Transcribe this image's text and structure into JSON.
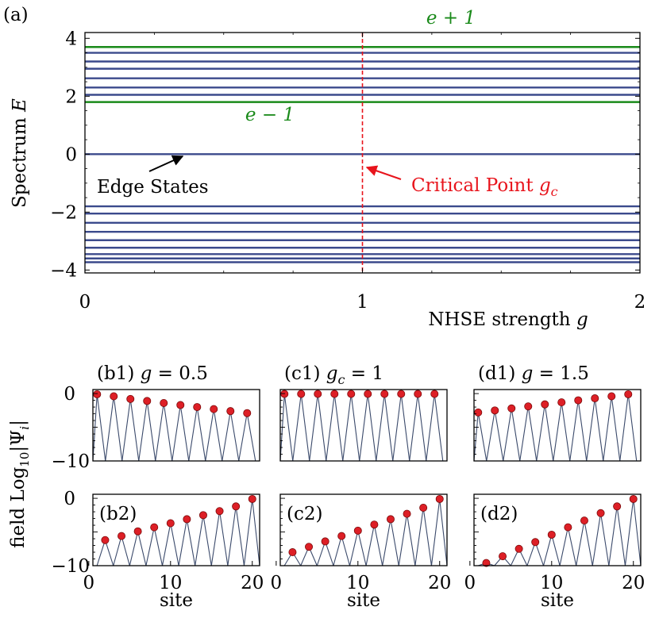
{
  "chart_data": [
    {
      "panel": "a",
      "type": "line",
      "panel_label": "(a)",
      "ylabel": "Spectrum",
      "ylabel_symbol": "E",
      "xlabel": "NHSE strength",
      "xlabel_symbol": "g",
      "xlim": [
        0,
        2
      ],
      "ylim": [
        -4.1,
        4.2
      ],
      "xticks": [
        "0",
        "1",
        "2"
      ],
      "xtick_values": [
        0,
        1,
        2
      ],
      "yticks": [
        "4",
        "2",
        "0",
        "−2",
        "−4"
      ],
      "ytick_values": [
        4,
        2,
        0,
        -2,
        -4
      ],
      "energy_levels": [
        3.5,
        3.2,
        2.95,
        2.62,
        2.3,
        2.05,
        0.0,
        -1.8,
        -2.05,
        -2.37,
        -2.68,
        -2.97,
        -3.23,
        -3.45,
        -3.6,
        -3.73
      ],
      "band_edges": [
        {
          "label": "e + 1",
          "value": 3.7
        },
        {
          "label": "e − 1",
          "value": 1.8
        }
      ],
      "critical_x": 1.0,
      "annotations": {
        "edge_states": "Edge States",
        "critical_point": "Critical Point",
        "critical_symbol": "g",
        "critical_sub": "c"
      },
      "colors": {
        "levels": "#3b4a8c",
        "band_edges": "#1a8a1a",
        "critical": "#e8141c",
        "arrow": "#000000"
      }
    },
    {
      "type": "bar",
      "title": "(b1)  g = 0.5",
      "title_tag": "(b1)",
      "title_symbol": "g",
      "title_sub": "",
      "title_value": "= 0.5",
      "x": [
        1,
        3,
        5,
        7,
        9,
        11,
        13,
        15,
        17,
        19
      ],
      "values": [
        -0.1,
        -0.4,
        -0.8,
        -1.1,
        -1.4,
        -1.7,
        -2.0,
        -2.3,
        -2.6,
        -2.9
      ],
      "xlim": [
        0.5,
        20.5
      ],
      "ylim": [
        -10,
        0.6
      ],
      "yticks": [
        "0",
        "−10"
      ],
      "show_x_ticks": false
    },
    {
      "type": "bar",
      "title": "(c1)  gc = 1",
      "title_tag": "(c1)",
      "title_symbol": "g",
      "title_sub": "c",
      "title_value": "= 1",
      "x": [
        1,
        3,
        5,
        7,
        9,
        11,
        13,
        15,
        17,
        19
      ],
      "values": [
        -0.05,
        -0.05,
        -0.05,
        -0.05,
        -0.05,
        -0.05,
        -0.05,
        -0.05,
        -0.05,
        -0.05
      ],
      "xlim": [
        0.5,
        20.5
      ],
      "ylim": [
        -10,
        0.6
      ],
      "yticks": [],
      "show_x_ticks": false
    },
    {
      "type": "bar",
      "title": "(d1)  g = 1.5",
      "title_tag": "(d1)",
      "title_symbol": "g",
      "title_sub": "",
      "title_value": "= 1.5",
      "x": [
        1,
        3,
        5,
        7,
        9,
        11,
        13,
        15,
        17,
        19
      ],
      "values": [
        -2.8,
        -2.5,
        -2.2,
        -1.9,
        -1.6,
        -1.3,
        -1.0,
        -0.7,
        -0.4,
        -0.1
      ],
      "xlim": [
        0.5,
        20.5
      ],
      "ylim": [
        -10,
        0.6
      ],
      "yticks": [],
      "show_x_ticks": false
    },
    {
      "type": "bar",
      "panel_label": "(b2)",
      "x": [
        2,
        4,
        6,
        8,
        10,
        12,
        14,
        16,
        18,
        20
      ],
      "values": [
        -6.2,
        -5.6,
        -4.9,
        -4.3,
        -3.7,
        -3.1,
        -2.5,
        -1.9,
        -1.2,
        -0.1
      ],
      "xlim": [
        0.5,
        20.9
      ],
      "ylim": [
        -10,
        0.6
      ],
      "yticks": [
        "0",
        "−10"
      ],
      "xticks": [
        "0",
        "10",
        "20"
      ],
      "xtick_values": [
        0,
        10,
        20
      ],
      "xlabel": "site"
    },
    {
      "type": "bar",
      "panel_label": "(c2)",
      "x": [
        2,
        4,
        6,
        8,
        10,
        12,
        14,
        16,
        18,
        20
      ],
      "values": [
        -8.0,
        -7.2,
        -6.4,
        -5.6,
        -4.8,
        -3.9,
        -3.1,
        -2.3,
        -1.4,
        -0.1
      ],
      "xlim": [
        0.5,
        20.9
      ],
      "ylim": [
        -10,
        0.6
      ],
      "yticks": [],
      "xticks": [
        "0",
        "10",
        "20"
      ],
      "xtick_values": [
        0,
        10,
        20
      ],
      "xlabel": "site"
    },
    {
      "type": "bar",
      "panel_label": "(d2)",
      "x": [
        2,
        4,
        6,
        8,
        10,
        12,
        14,
        16,
        18,
        20
      ],
      "values": [
        -9.6,
        -8.6,
        -7.5,
        -6.5,
        -5.4,
        -4.3,
        -3.3,
        -2.2,
        -1.2,
        -0.1
      ],
      "xlim": [
        0.5,
        20.9
      ],
      "ylim": [
        -10,
        0.6
      ],
      "yticks": [],
      "xticks": [
        "0",
        "10",
        "20"
      ],
      "xtick_values": [
        0,
        10,
        20
      ],
      "xlabel": "site"
    }
  ],
  "shared_ylabel": {
    "prefix": "field Log",
    "sub": "10",
    "body": "|Ψ",
    "idx": "i",
    "close": "|"
  },
  "colors": {
    "stem": "#3b4a6b",
    "marker": "#dd1f26",
    "marker_edge": "#7a0a0a",
    "axes": "#000000"
  }
}
